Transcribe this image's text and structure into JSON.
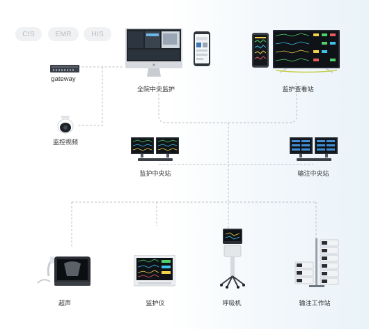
{
  "pills": [
    "CIS",
    "EMR",
    "HIS"
  ],
  "nodes": {
    "gateway": "gateway",
    "camera": "监控视频",
    "central_monitor": "全院中央监护",
    "viewing_station": "监护查看站",
    "monitoring_central": "监护中央站",
    "infusion_central": "输注中央站",
    "ultrasound": "超声",
    "patient_monitor": "监护仪",
    "ventilator": "呼吸机",
    "infusion_workstation": "输注工作站"
  },
  "colors": {
    "line": "#b9bec4",
    "screen": "#2b2f36",
    "device_gray": "#e9ebee"
  }
}
